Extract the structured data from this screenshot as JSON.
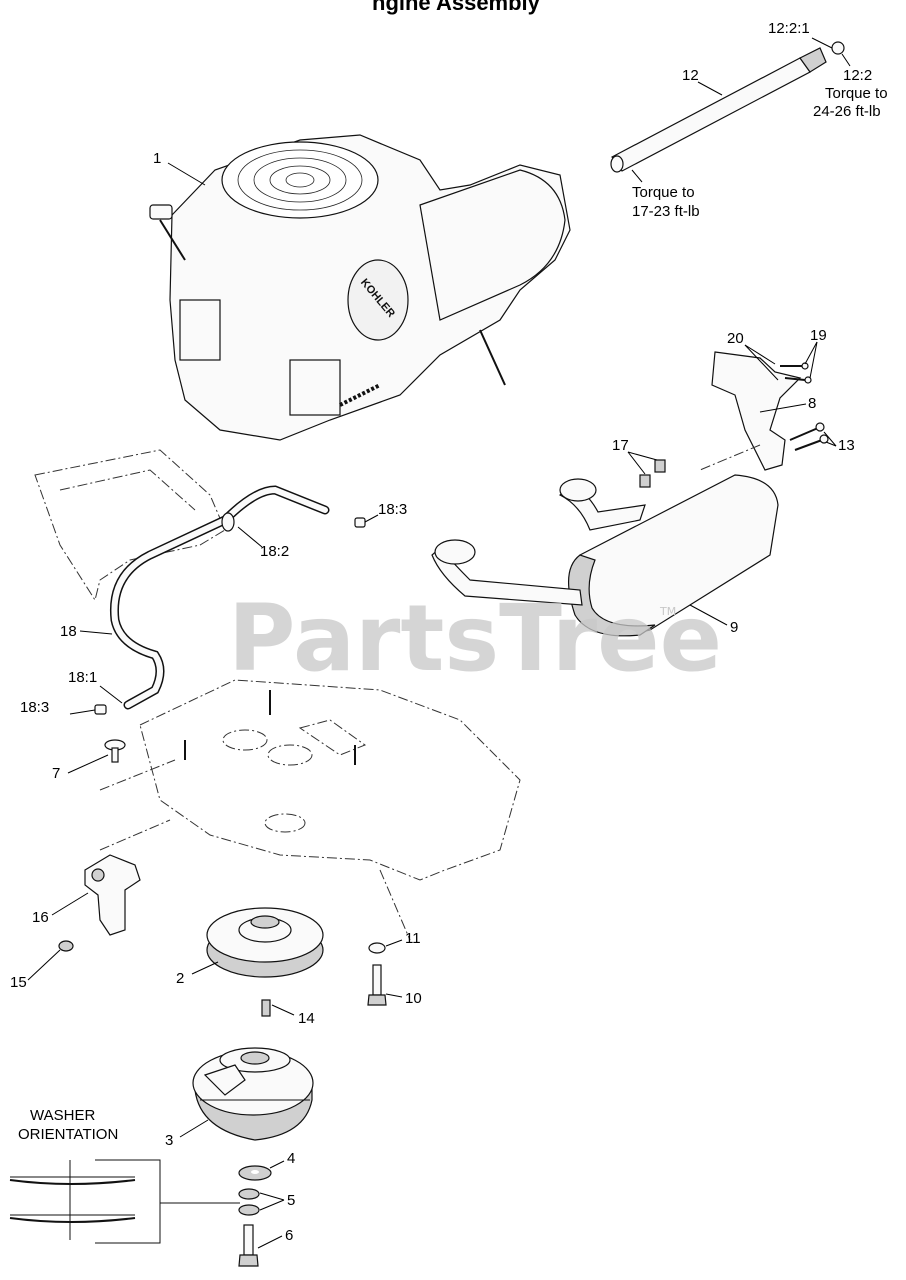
{
  "page": {
    "title_fragment": "ngine Assembly"
  },
  "watermark": {
    "text": "PartsTree",
    "tm": "TM"
  },
  "callouts": {
    "c1": "1",
    "c12_2_1": "12:2:1",
    "c12": "12",
    "c12_2": "12:2",
    "c20": "20",
    "c19": "19",
    "c8": "8",
    "c13": "13",
    "c17": "17",
    "c18_3_top": "18:3",
    "c18_2": "18:2",
    "c9": "9",
    "c18": "18",
    "c18_1": "18:1",
    "c18_3_left": "18:3",
    "c7": "7",
    "c16": "16",
    "c11": "11",
    "c15": "15",
    "c2": "2",
    "c10": "10",
    "c14": "14",
    "c3": "3",
    "c4": "4",
    "c5": "5",
    "c6": "6"
  },
  "notes": {
    "torque_12_2_line1": "Torque to",
    "torque_12_2_line2": "24-26 ft-lb",
    "torque_12_line1": "Torque to",
    "torque_12_line2": "17-23 ft-lb",
    "washer_line1": "WASHER",
    "washer_line2": "ORIENTATION"
  },
  "engine_brand": "KOHLER"
}
